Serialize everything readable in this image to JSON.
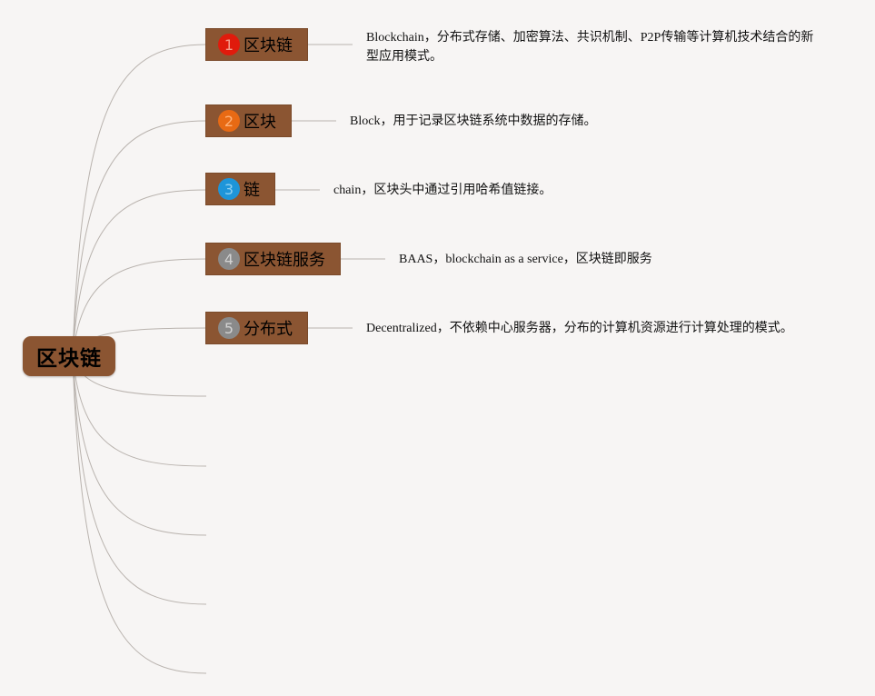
{
  "root": {
    "label": "区块链"
  },
  "topics": [
    {
      "number": "1",
      "label": "区块链",
      "badge_color": "#e01b0c",
      "number_color": "#f59c8b",
      "description": "Blockchain，分布式存储、加密算法、共识机制、P2P传输等计算机技术结合的新\n型应用模式。"
    },
    {
      "number": "2",
      "label": "区块",
      "badge_color": "#e86a14",
      "number_color": "#ffb27a",
      "description": "Block，用于记录区块链系统中数据的存储。"
    },
    {
      "number": "3",
      "label": "链",
      "badge_color": "#1e95d9",
      "number_color": "#8fd0f2",
      "description": "chain，区块头中通过引用哈希值链接。"
    },
    {
      "number": "4",
      "label": "区块链服务",
      "badge_color": "#8a8a8a",
      "number_color": "#d2d2d2",
      "description": "BAAS，blockchain as a service，区块链即服务"
    },
    {
      "number": "5",
      "label": "分布式",
      "badge_color": "#8a8a8a",
      "number_color": "#d2d2d2",
      "description": "Decentralized，不依赖中心服务器，分布的计算机资源进行计算处理的模式。"
    }
  ],
  "empty_branch_count": 5,
  "colors": {
    "background": "#f7f5f4",
    "node_fill": "#8b5532",
    "connector": "#b9b3ae"
  }
}
